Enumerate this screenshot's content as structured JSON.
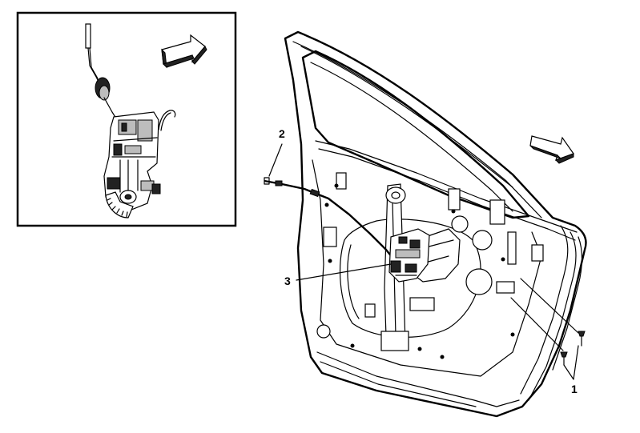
{
  "callouts": {
    "label_1": "1",
    "label_2": "2",
    "label_3": "3"
  },
  "colors": {
    "line": "#000000",
    "background": "#ffffff",
    "shade": "#bdbdbd"
  }
}
